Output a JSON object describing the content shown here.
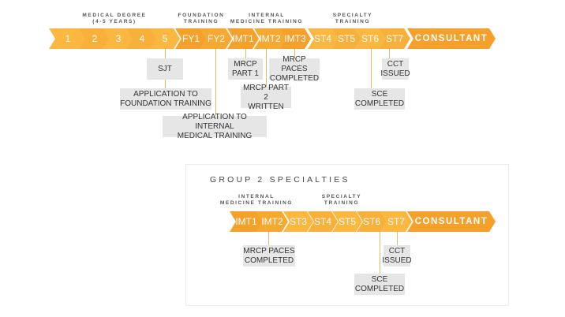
{
  "diagram": {
    "main_pathway": {
      "phase_labels": [
        {
          "id": "medical-degree",
          "text": "MEDICAL DEGREE\n(4-5 YEARS)"
        },
        {
          "id": "foundation",
          "text": "FOUNDATION\nTRAINING"
        },
        {
          "id": "internal-medicine",
          "text": "INTERNAL\nMEDICINE TRAINING"
        },
        {
          "id": "specialty",
          "text": "SPECIALTY\nTRAINING"
        }
      ],
      "stages": [
        "1",
        "2",
        "3",
        "4",
        "5",
        "FY1",
        "FY2",
        "IMT1",
        "IMT2",
        "IMT3",
        "ST4",
        "ST5",
        "ST6",
        "ST7",
        "CONSULTANT"
      ],
      "milestones": [
        {
          "id": "sjt",
          "text": "SJT"
        },
        {
          "id": "app-foundation",
          "text": "APPLICATION TO\nFOUNDATION TRAINING"
        },
        {
          "id": "app-imt",
          "text": "APPLICATION TO INTERNAL\nMEDICAL TRAINING"
        },
        {
          "id": "mrcp1",
          "text": "MRCP\nPART 1"
        },
        {
          "id": "mrcp2",
          "text": "MRCP PART 2\nWRITTEN"
        },
        {
          "id": "paces",
          "text": "MRCP PACES\nCOMPLETED"
        },
        {
          "id": "sce",
          "text": "SCE\nCOMPLETED"
        },
        {
          "id": "cct",
          "text": "CCT\nISSUED"
        }
      ]
    },
    "group2": {
      "title": "GROUP 2 SPECIALTIES",
      "phase_labels": [
        {
          "id": "internal-medicine",
          "text": "INTERNAL\nMEDICINE TRAINING"
        },
        {
          "id": "specialty",
          "text": "SPECIALTY\nTRAINING"
        }
      ],
      "stages": [
        "IMT1",
        "IMT2",
        "ST3",
        "ST4",
        "ST5",
        "ST6",
        "ST7",
        "CONSULTANT"
      ],
      "milestones": [
        {
          "id": "paces",
          "text": "MRCP PACES\nCOMPLETED"
        },
        {
          "id": "cct",
          "text": "CCT\nISSUED"
        },
        {
          "id": "sce",
          "text": "SCE\nCOMPLETED"
        }
      ]
    },
    "colors": {
      "orange_light": "#fbb73f",
      "orange_dark": "#f5a02a",
      "connector": "#f3b761",
      "note_bg": "#e6e6e6",
      "label_text": "#555555"
    }
  }
}
